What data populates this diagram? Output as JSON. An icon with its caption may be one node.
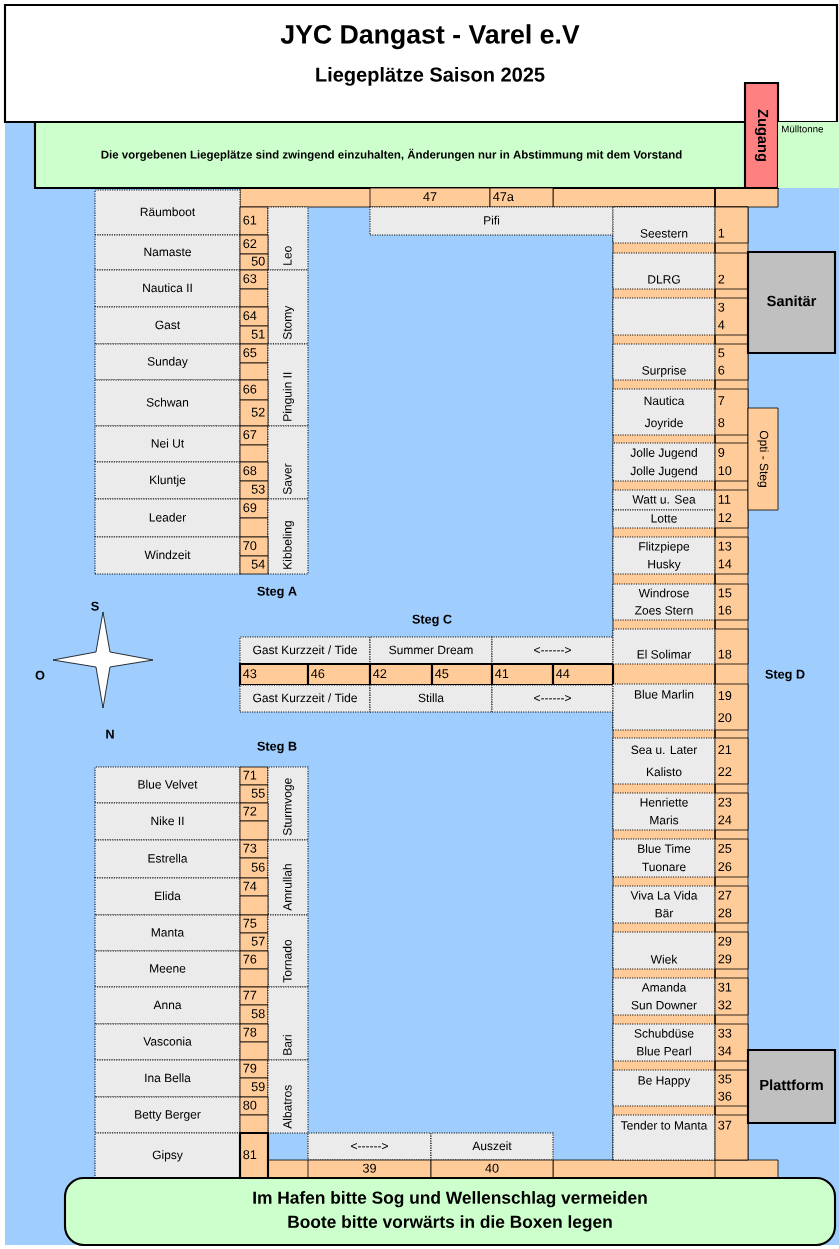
{
  "diagram": {
    "title": "JYC Dangast - Varel e.V",
    "nodes": [
      {
        "text": [
          "Die vorgebenen Liegeplätze sind zwingend einzuhalten, Änderungen nur in Abstimmung mit dem Vorstand"
        ]
      },
      {
        "text": [
          "Zugang"
        ]
      },
      {
        "text": [
          "Mülltonne"
        ]
      },
      {
        "text": [
          "47"
        ]
      },
      {
        "text": [
          "47a"
        ]
      },
      {
        "text": [
          "Pifi"
        ]
      },
      {
        "text": [
          "Räumboot"
        ]
      },
      {
        "text": [
          "61"
        ]
      },
      {
        "text": [
          "Leo"
        ]
      },
      {
        "text": [
          "Namaste"
        ]
      },
      {
        "text": [
          "62"
        ]
      },
      {
        "text": [
          "50"
        ]
      },
      {
        "text": [
          "Nautica II"
        ]
      },
      {
        "text": [
          "63"
        ]
      },
      {
        "text": [],
        "shape": "box"
      },
      {
        "text": [
          "Stomy"
        ]
      },
      {
        "text": [
          "Gast"
        ]
      },
      {
        "text": [
          "64"
        ]
      },
      {
        "text": [
          "51"
        ]
      },
      {
        "text": [
          "Sunday"
        ]
      },
      {
        "text": [
          "65"
        ]
      },
      {
        "text": [],
        "shape": "box"
      },
      {
        "text": [
          "Pinguin II"
        ]
      },
      {
        "text": [
          "Schwan"
        ]
      },
      {
        "text": [
          "66"
        ]
      },
      {
        "text": [
          "52"
        ]
      },
      {
        "text": [
          "Nei Ut"
        ]
      },
      {
        "text": [
          "67"
        ]
      },
      {
        "text": [],
        "shape": "box"
      },
      {
        "text": [
          "Saver"
        ]
      },
      {
        "text": [
          "Kluntje"
        ]
      },
      {
        "text": [
          "68"
        ]
      },
      {
        "text": [
          "53"
        ]
      },
      {
        "text": [
          "Leader"
        ]
      },
      {
        "text": [
          "69"
        ]
      },
      {
        "text": [],
        "shape": "box"
      },
      {
        "text": [
          "Kibbeling"
        ]
      },
      {
        "text": [
          "Windzeit"
        ]
      },
      {
        "text": [
          "70"
        ]
      },
      {
        "text": [
          "54"
        ]
      },
      {
        "text": [
          "Gast Kurzzeit / Tide"
        ]
      },
      {
        "text": [
          "Summer Dream"
        ]
      },
      {
        "text": [
          "<------>"
        ]
      },
      {
        "text": [
          "43"
        ]
      },
      {
        "text": [
          "46"
        ]
      },
      {
        "text": [
          "42"
        ]
      },
      {
        "text": [
          "45"
        ]
      },
      {
        "text": [
          "41"
        ]
      },
      {
        "text": [
          "44"
        ]
      },
      {
        "text": [
          "Gast Kurzzeit / Tide"
        ]
      },
      {
        "text": [
          "Stilla"
        ]
      },
      {
        "text": [
          "<------>"
        ]
      },
      {
        "text": [
          "Seestern"
        ]
      },
      {
        "text": [
          "1"
        ]
      },
      {
        "text": [
          "DLRG"
        ]
      },
      {
        "text": [
          "2"
        ]
      },
      {
        "text": [],
        "shape": "box"
      },
      {
        "text": [
          "3",
          "4"
        ]
      },
      {
        "text": [
          "Surprise"
        ]
      },
      {
        "text": [
          "5",
          "6"
        ]
      },
      {
        "text": [
          "Nautica",
          "Joyride"
        ]
      },
      {
        "text": [
          "7",
          "8"
        ]
      },
      {
        "text": [
          "Jolle Jugend",
          "Jolle Jugend"
        ]
      },
      {
        "text": [
          "9",
          "10"
        ]
      },
      {
        "text": [
          "Watt u. Sea"
        ]
      },
      {
        "text": [
          "Lotte"
        ]
      },
      {
        "text": [
          "11",
          "12"
        ]
      },
      {
        "text": [
          "Flitzpiepe",
          "Husky"
        ]
      },
      {
        "text": [
          "13",
          "14"
        ]
      },
      {
        "text": [
          "Windrose",
          "Zoes Stern"
        ]
      },
      {
        "text": [
          "15",
          "16"
        ]
      },
      {
        "text": [
          "El Solimar"
        ]
      },
      {
        "text": [
          "18"
        ]
      },
      {
        "text": [
          "Blue Marlin"
        ]
      },
      {
        "text": [
          "19",
          "20"
        ]
      },
      {
        "text": [
          "Sea u. Later",
          "Kalisto"
        ]
      },
      {
        "text": [
          "21",
          "22"
        ]
      },
      {
        "text": [
          "Henriette",
          "Maris"
        ]
      },
      {
        "text": [
          "23",
          "24"
        ]
      },
      {
        "text": [
          "Blue Time",
          "Tuonare"
        ]
      },
      {
        "text": [
          "25",
          "26"
        ]
      },
      {
        "text": [
          "Viva La Vida",
          "Bär"
        ]
      },
      {
        "text": [
          "27",
          "28"
        ]
      },
      {
        "text": [
          "Wiek"
        ]
      },
      {
        "text": [
          "29",
          "29"
        ]
      },
      {
        "text": [
          "Amanda",
          "Sun Downer"
        ]
      },
      {
        "text": [
          "31",
          "32"
        ]
      },
      {
        "text": [
          "Schubdüse",
          "Blue Pearl"
        ]
      },
      {
        "text": [
          "33",
          "34"
        ]
      },
      {
        "text": [
          "Be Happy"
        ]
      },
      {
        "text": [
          "35",
          "36"
        ]
      },
      {
        "text": [
          "Tender to Manta"
        ]
      },
      {
        "text": [
          "37"
        ]
      },
      {
        "text": [
          "Sanitär"
        ]
      },
      {
        "text": [
          "Opti - Steg"
        ]
      },
      {
        "text": [
          "Plattform"
        ]
      },
      {
        "text": [
          "Blue Velvet"
        ]
      },
      {
        "text": [
          "71"
        ]
      },
      {
        "text": [
          "55"
        ]
      },
      {
        "text": [
          "Sturmvoge"
        ]
      },
      {
        "text": [
          "Nike II"
        ]
      },
      {
        "text": [
          "72"
        ]
      },
      {
        "text": [],
        "shape": "box"
      },
      {
        "text": [
          "Estrella"
        ]
      },
      {
        "text": [
          "73"
        ]
      },
      {
        "text": [
          "56"
        ]
      },
      {
        "text": [
          "Amrullah"
        ]
      },
      {
        "text": [
          "Elida"
        ]
      },
      {
        "text": [
          "74"
        ]
      },
      {
        "text": [],
        "shape": "box"
      },
      {
        "text": [
          "Manta"
        ]
      },
      {
        "text": [
          "75"
        ]
      },
      {
        "text": [
          "57"
        ]
      },
      {
        "text": [
          "Tornado"
        ]
      },
      {
        "text": [
          "Meene"
        ]
      },
      {
        "text": [
          "76"
        ]
      },
      {
        "text": [],
        "shape": "box"
      },
      {
        "text": [
          "Anna"
        ]
      },
      {
        "text": [
          "77"
        ]
      },
      {
        "text": [
          "58"
        ]
      },
      {
        "text": [
          "Bari"
        ]
      },
      {
        "text": [
          "Vasconia"
        ]
      },
      {
        "text": [
          "78"
        ]
      },
      {
        "text": [],
        "shape": "box"
      },
      {
        "text": [
          "Ina Bella"
        ]
      },
      {
        "text": [
          "79"
        ]
      },
      {
        "text": [
          "59"
        ]
      },
      {
        "text": [
          "Albatros"
        ]
      },
      {
        "text": [
          "Betty Berger"
        ]
      },
      {
        "text": [
          "80"
        ]
      },
      {
        "text": [],
        "shape": "box"
      },
      {
        "text": [
          "Gipsy"
        ]
      },
      {
        "text": [
          "81"
        ]
      },
      {
        "text": [
          "<------>"
        ]
      },
      {
        "text": [
          "Auszeit"
        ]
      },
      {
        "text": [
          "39"
        ]
      },
      {
        "text": [
          "40"
        ]
      },
      {
        "text": [
          "Im Hafen bitte Sog und Wellenschlag vermeiden",
          "Boote bitte vorwärts in die Boxen legen"
        ]
      }
    ],
    "labels": [
      "Liegeplätze Saison 2025",
      "Steg A",
      "S",
      "Steg C",
      "O",
      "Steg D",
      "N",
      "Steg B"
    ]
  }
}
